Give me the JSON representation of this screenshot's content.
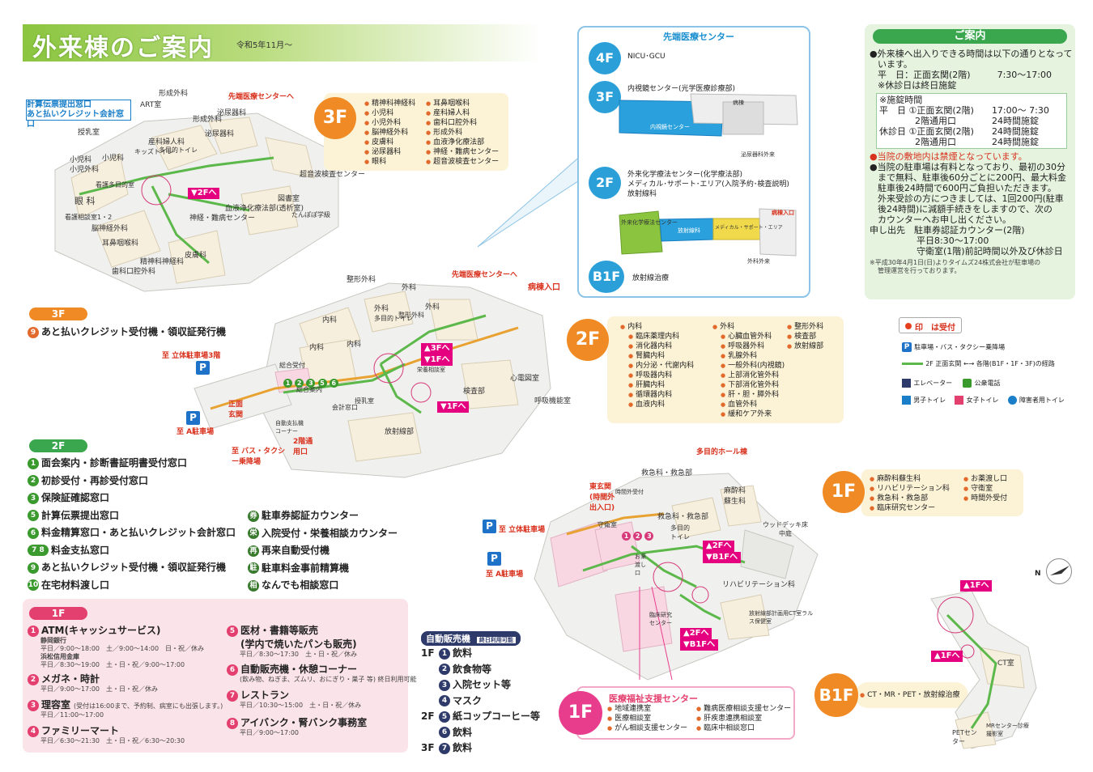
{
  "header": {
    "title": "外来棟のご案内",
    "date": "令和5年11月～"
  },
  "map3f": {
    "cashier_label_1": "計算伝票提出窓口",
    "cashier_label_2": "あと払いクレジット会計窓口",
    "to_center": "先端医療センターへ",
    "to_2f": "▼2Fへ",
    "rooms": [
      "形成外科",
      "ART室",
      "授乳室",
      "産科婦人科",
      "形成外科",
      "泌尿器科",
      "泌尿器科",
      "小児科",
      "小児外科",
      "小児科",
      "キッズトイレ",
      "多目的トイレ",
      "看護多目的室",
      "眼 科",
      "看護相談室1・2",
      "脳神経外科",
      "耳鼻咽喉科",
      "歯科口腔外科",
      "精神科神経科",
      "皮膚科",
      "神経・難病センター",
      "血液浄化療法部(透析室)",
      "超音波検査センター",
      "図書室",
      "たんぽぽ学級"
    ]
  },
  "dir3f": {
    "badge": "3F",
    "col1": [
      "精神科神経科",
      "小児科",
      "小児外科",
      "脳神経外科",
      "皮膚科",
      "泌尿器科",
      "眼科"
    ],
    "col2": [
      "耳鼻咽喉科",
      "産科婦人科",
      "歯科口腔外科",
      "形成外科",
      "血液浄化療法部",
      "神経・難病センター",
      "超音波検査センター"
    ]
  },
  "center_box": {
    "title": "先端医療センター",
    "floors": [
      {
        "badge": "4F",
        "text": "NICU･GCU"
      },
      {
        "badge": "3F",
        "text": "内視鏡センター(光学医療診療部)"
      },
      {
        "badge": "2F",
        "text1": "外来化学療法センター(化学療法部)",
        "text2": "メディカル･サポート･エリア(入院予約･検査説明)",
        "text3": "放射線科"
      },
      {
        "badge": "B1F",
        "text": "放射線治療"
      }
    ],
    "map_labels": [
      "病棟",
      "内視鏡センター",
      "泌尿器科外来",
      "外来化学療法センター",
      "放射線科",
      "メディカル・サポート・エリア",
      "病棟入口",
      "外科外来"
    ]
  },
  "map2f": {
    "rooms": [
      "整形外科",
      "外科",
      "外科",
      "内科",
      "内科",
      "内科",
      "多目的トイレ",
      "整形外科",
      "外科",
      "総合受付",
      "総合案内",
      "授乳室",
      "栄養相談室",
      "心電図室",
      "呼吸機能室",
      "検査部",
      "放射線部",
      "会計窓口",
      "自動支払機コーナー"
    ],
    "to_center": "先端医療センターへ",
    "to_ward": "病棟入口",
    "to_parking3": "至 立体駐車場3階",
    "to_parking_a": "至 A駐車場",
    "front": "正面玄関",
    "to_bus": "至 バス・タクシー乗降場",
    "entrance2": "2階通用口",
    "up3": "▲3Fへ",
    "down1": "▼1Fへ",
    "down1b": "▼1Fへ"
  },
  "dir2f": {
    "badge": "2F",
    "col1": [
      "内科",
      "臨床薬理内科",
      "消化器内科",
      "腎臓内科",
      "内分泌・代謝内科",
      "呼吸器内科",
      "肝臓内科",
      "循環器内科",
      "血液内科"
    ],
    "col2": [
      "外科",
      "心臓血管外科",
      "呼吸器外科",
      "乳腺外科",
      "一般外科(内視鏡)",
      "上部消化管外科",
      "下部消化管外科",
      "肝・胆・膵外科",
      "血管外科",
      "緩和ケア外来"
    ],
    "col3": [
      "整形外科",
      "検査部",
      "放射線部"
    ]
  },
  "info": {
    "title": "ご案内",
    "lines": [
      "●外来棟へ出入りできる時間は以下の通りとなって",
      "います。",
      "平　日：正面玄関(2階)　　　7:30～17:00",
      "※休診日は終日施錠",
      "※施錠時間",
      "平　日 ①正面玄関(2階)　　17:00～ 7:30",
      "　　　　2階通用口　　　　24時間施錠",
      "休診日 ①正面玄関(2階)　　24時間施錠",
      "　　　　2階通用口　　　　24時間施錠",
      "●当院の敷地内は禁煙となっています。",
      "●当院の駐車場は有料となっており、最初の30分",
      "まで無料、駐車後60分ごとに200円、最大料金",
      "駐車後24時間で600円ご負担いただきます。",
      "外来受診の方につきましては、1回200円(駐車",
      "後24時間)に減額手続きをしますので、次の",
      "カウンターへお申し出ください。",
      "申し出先　駐車券認証カウンター(2階)",
      "平日8:30～17:00",
      "守衛室(1階)前記時間以外及び休診日",
      "※平成30年4月1日(日)よりタイムズ24株式会社が駐車場の",
      "管理運営を行っております。"
    ]
  },
  "legend": {
    "reception": "印　は受付",
    "parking": "駐車場・バス・タクシー乗降場",
    "route": "2F 正面玄関 ←→ 各階(B1F・1F・3F)の経路",
    "elevator": "エレベーター",
    "phone": "公衆電話",
    "men": "男子トイレ",
    "women": "女子トイレ",
    "accessible": "障害者用トイレ"
  },
  "list3f": {
    "tag": "3F",
    "items": [
      {
        "n": "9",
        "t": "あと払いクレジット受付機・領収証発行機"
      }
    ]
  },
  "list2f": {
    "tag": "2F",
    "left": [
      {
        "n": "1",
        "t": "面会案内・診断書証明書受付窓口"
      },
      {
        "n": "2",
        "t": "初診受付・再診受付窓口"
      },
      {
        "n": "3",
        "t": "保険証確認窓口"
      },
      {
        "n": "5",
        "t": "計算伝票提出窓口"
      },
      {
        "n": "6",
        "t": "料金精算窓口・あと払いクレジット会計窓口"
      },
      {
        "n": "7 8",
        "t": "料金支払窓口"
      },
      {
        "n": "9",
        "t": "あと払いクレジット受付機・領収証発行機"
      },
      {
        "n": "10",
        "t": "在宅材料渡し口"
      }
    ],
    "right": [
      {
        "n": "券",
        "t": "駐車券認証カウンター"
      },
      {
        "n": "栄",
        "t": "入院受付・栄養相談カウンター"
      },
      {
        "n": "再",
        "t": "再来自動受付機"
      },
      {
        "n": "駐",
        "t": "駐車料金事前精算機"
      },
      {
        "n": "相",
        "t": "なんでも相談窓口"
      }
    ]
  },
  "list1f": {
    "tag": "1F",
    "left": [
      {
        "n": "1",
        "t": "ATM(キャッシュサービス)",
        "subs": [
          "静岡銀行",
          "平日／9:00～18:00　土／9:00～14:00　日・祝／休み",
          "浜松信用金庫",
          "平日／8:30～19:00　土・日・祝／9:00～17:00"
        ]
      },
      {
        "n": "2",
        "t": "メガネ・時計",
        "subs": [
          "平日／9:00～17:00　土・日・祝／休み"
        ]
      },
      {
        "n": "3",
        "t": "理容室",
        "subs": [
          "平日／11:00～17:00"
        ],
        "note": "(受付は16:00まで、予約制、病室にも出張します。)"
      },
      {
        "n": "4",
        "t": "ファミリーマート",
        "subs": [
          "平日／6:30～21:30　土・日・祝／6:30～20:30"
        ]
      }
    ],
    "right": [
      {
        "n": "5",
        "t": "医材・書籍等販売",
        "t2": "(学内で焼いたパンも販売)",
        "subs": [
          "平日／8:30～17:30　土・日・祝／休み"
        ]
      },
      {
        "n": "6",
        "t": "自動販売機・休憩コーナー",
        "subs": [
          "(飲み物、ねぎま、ズムリ、おにぎり・巣子 等) 終日利用可能"
        ]
      },
      {
        "n": "7",
        "t": "レストラン",
        "subs": [
          "平日／10:30～15:00　土・日・祝／休み"
        ]
      },
      {
        "n": "8",
        "t": "アイバンク・腎バンク事務室",
        "subs": [
          "平日／9:00～17:00"
        ]
      }
    ]
  },
  "vending": {
    "title": "自動販売機",
    "note": "終日利用可能",
    "rows": [
      {
        "floor": "1F",
        "n": "1",
        "t": "飲料"
      },
      {
        "floor": "",
        "n": "2",
        "t": "飲食物等"
      },
      {
        "floor": "",
        "n": "3",
        "t": "入院セット等"
      },
      {
        "floor": "",
        "n": "4",
        "t": "マスク"
      },
      {
        "floor": "2F",
        "n": "5",
        "t": "紙コップコーヒー等"
      },
      {
        "floor": "",
        "n": "6",
        "t": "飲料"
      },
      {
        "floor": "3F",
        "n": "7",
        "t": "飲料"
      }
    ]
  },
  "map1f": {
    "rooms": [
      "救急科・救急部",
      "麻酔科蘇生科",
      "時間外受付",
      "守衛室",
      "救急科・救急部",
      "多目的トイレ",
      "お薬渡し口",
      "臨床研究センター",
      "リハビリテーション科",
      "ウッドデッキ床中庭",
      "放射線部計画用CT室ラルス保健室"
    ],
    "east": "東玄関(時間外出入口)",
    "hall": "多目的ホール棟",
    "to_parking": "至 立体駐車場",
    "to_parking_a": "至 A駐車場",
    "up2": "▲2Fへ",
    "downb1": "▼B1Fへ",
    "up2b": "▲2Fへ",
    "downb1b": "▼B1Fへ"
  },
  "dir1f": {
    "badge": "1F",
    "col1": [
      "麻酔科蘇生科",
      "リハビリテーション科",
      "救急科・救急部",
      "臨床研究センター"
    ],
    "col2": [
      "お薬渡し口",
      "守衛室",
      "時間外受付"
    ]
  },
  "welfare": {
    "badge": "1F",
    "title": "医療福祉支援センター",
    "col1": [
      "地域連携室",
      "医療相談室",
      "がん相談支援センター"
    ],
    "col2": [
      "難病医療相談支援センター",
      "肝疾患連携相談室",
      "臨床中相談窓口"
    ]
  },
  "b1f": {
    "badge": "B1F",
    "text": "CT・MR・PET・放射線治療",
    "up1": "▲1Fへ",
    "up1b": "▲1Fへ",
    "ct": "CT室",
    "pet": "PETセンター",
    "mr": "MRセンター診療撮影室"
  },
  "compass": "N",
  "colors": {
    "green": "#3aa74f",
    "orange": "#f08a24",
    "blue": "#2a9fd8",
    "pink": "#e83d8c",
    "red": "#d8321e"
  }
}
